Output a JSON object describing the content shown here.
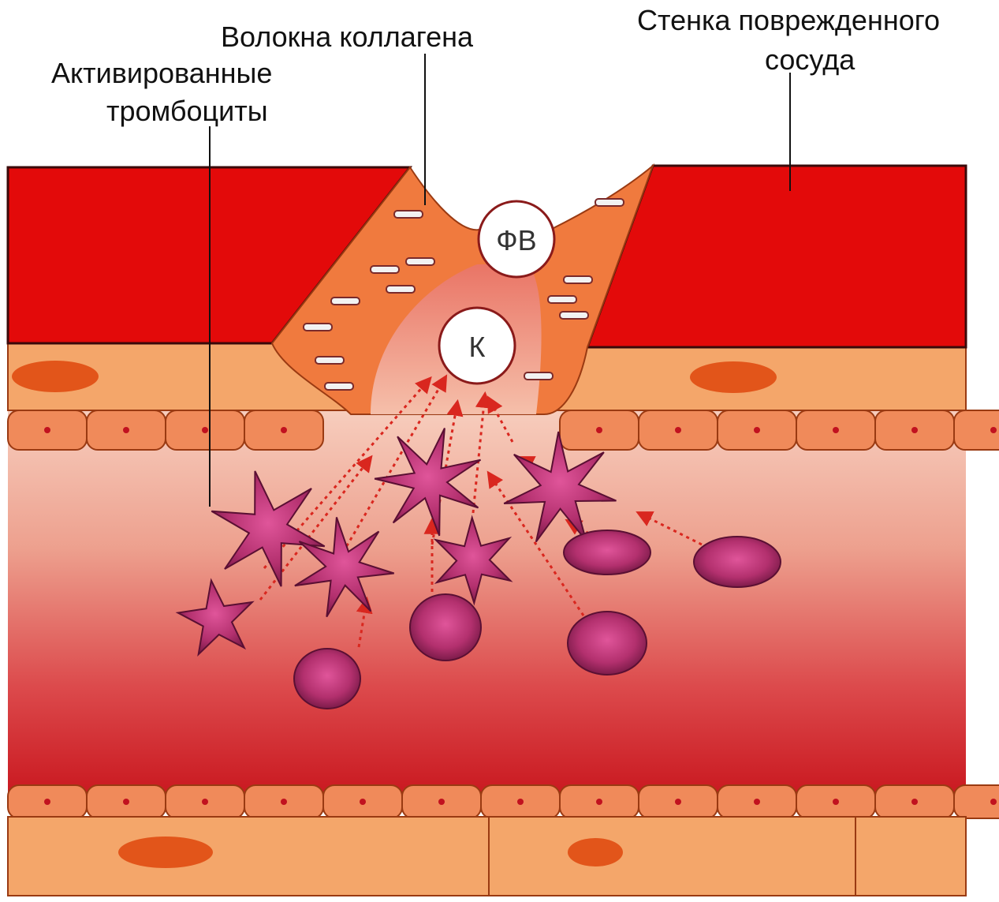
{
  "labels": {
    "collagen": "Волокна коллагена",
    "platelets_line1": "Активированные",
    "platelets_line2": "тромбоциты",
    "wall_line1": "Стенка поврежденного",
    "wall_line2": "сосуда"
  },
  "markers": {
    "vwf": "ФВ",
    "collagen_marker": "К"
  },
  "colors": {
    "vessel_wall": "#e30a0a",
    "media_layer": "#f4a66a",
    "endothelium": "#f08a5a",
    "lumen_top": "#f6c7b6",
    "lumen_mid": "#e06a6a",
    "lumen_bottom": "#c4141e",
    "platelet": "#b0306c",
    "arrow": "#d9271f"
  }
}
